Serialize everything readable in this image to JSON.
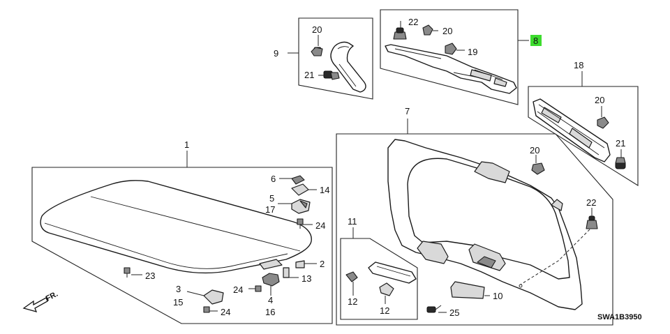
{
  "diagram": {
    "highlight_color": "#3ddc2e",
    "code": "SWA1B3950",
    "front_arrow_label": "FR.",
    "callouts": {
      "c1": "1",
      "c2": "2",
      "c3": "3",
      "c4": "4",
      "c5": "5",
      "c6": "6",
      "c7": "7",
      "c8": "8",
      "c9": "9",
      "c10": "10",
      "c11": "11",
      "c12a": "12",
      "c12b": "12",
      "c13": "13",
      "c14": "14",
      "c15": "15",
      "c16": "16",
      "c17": "17",
      "c18": "18",
      "c19": "19",
      "c20a": "20",
      "c20b": "20",
      "c20c": "20",
      "c20d": "20",
      "c21a": "21",
      "c21b": "21",
      "c22a": "22",
      "c22b": "22",
      "c23": "23",
      "c24a": "24",
      "c24b": "24",
      "c24c": "24",
      "c25": "25"
    },
    "highlighted_callout": "8"
  }
}
